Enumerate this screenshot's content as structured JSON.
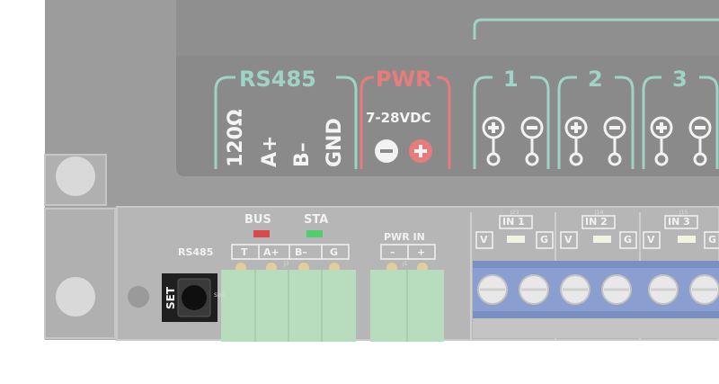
{
  "labels": {
    "rs485_group": "RS485",
    "pwr_group": "PWR",
    "rs485_pins": [
      "120Ω",
      "A+",
      "B–",
      "GND"
    ],
    "pwr_spec": "7-28VDC",
    "channels": [
      "1",
      "2",
      "3"
    ],
    "bus_led": "BUS",
    "sta_led": "STA",
    "rs485_silk": "RS485",
    "rs485_terminals": [
      "T",
      "A+",
      "B–",
      "G"
    ],
    "pwr_in": "PWR IN",
    "pwr_in_terminals": [
      "–",
      "+"
    ],
    "set_button": "SET",
    "inputs": [
      "IN 1",
      "IN 2",
      "IN 3"
    ],
    "input_v": "V",
    "input_g": "G",
    "ref_designators": [
      "J3",
      "J1",
      "J23",
      "J14",
      "J15",
      "SW1"
    ]
  },
  "colors": {
    "panel_dark": "#8a8a8a",
    "pcb": "#b4b4b4",
    "silk_teal": "#9fd3c6",
    "silk_red": "#e87c7c",
    "terminal_green": "#b8dcbe",
    "terminal_blue": "#8a9fd0",
    "led_red": "#d94a4a",
    "led_green": "#4fcf6a"
  }
}
